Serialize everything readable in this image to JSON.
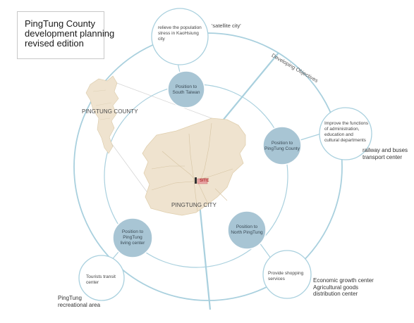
{
  "title": {
    "line1": "PingTung County",
    "line2": "development planning",
    "line3": "revised edition"
  },
  "quote_label": "'satellite city'",
  "arc_label": "Developing Objectives",
  "side_notes": {
    "transport": {
      "line1": "railway and buses",
      "line2": "transport center"
    },
    "economic": {
      "line1": "Economic growth center",
      "line2": "Agricultural goods",
      "line3": "distribution center"
    },
    "recreational": {
      "line1": "PingTung",
      "line2": "recreational area"
    }
  },
  "map": {
    "county_label": "PINGTUNG COUNTY",
    "city_label": "PINGTUNG CITY",
    "site_label": "SITE"
  },
  "position_nodes": [
    {
      "id": "south-taiwan",
      "line1": "Position to",
      "line2": "South Taiwan"
    },
    {
      "id": "pingtung-county",
      "line1": "Position to",
      "line2": "PingTung County"
    },
    {
      "id": "north-pingtung",
      "line1": "Position to",
      "line2": "North PingTung"
    },
    {
      "id": "living-center",
      "line1": "Position to",
      "line2": "PingTung",
      "line3": "living center"
    }
  ],
  "objective_nodes": [
    {
      "id": "relieve",
      "line1": "relieve the population",
      "line2": "stress in KaoHsiung",
      "line3": "city"
    },
    {
      "id": "improve",
      "line1": "Improve the functions",
      "line2": "of administration,",
      "line3": "education and",
      "line4": "cultural departments"
    },
    {
      "id": "shopping",
      "line1": "Provide shopping",
      "line2": "services"
    },
    {
      "id": "tourists",
      "line1": "Tourists transit",
      "line2": "center"
    }
  ],
  "colors": {
    "ring": "#a9d0de",
    "position_fill": "#a8c5d4",
    "position_stroke": "#ffffff",
    "objective_stroke": "#a9d0de",
    "map_fill": "#efe3cf",
    "site": "#e7a3a3"
  }
}
